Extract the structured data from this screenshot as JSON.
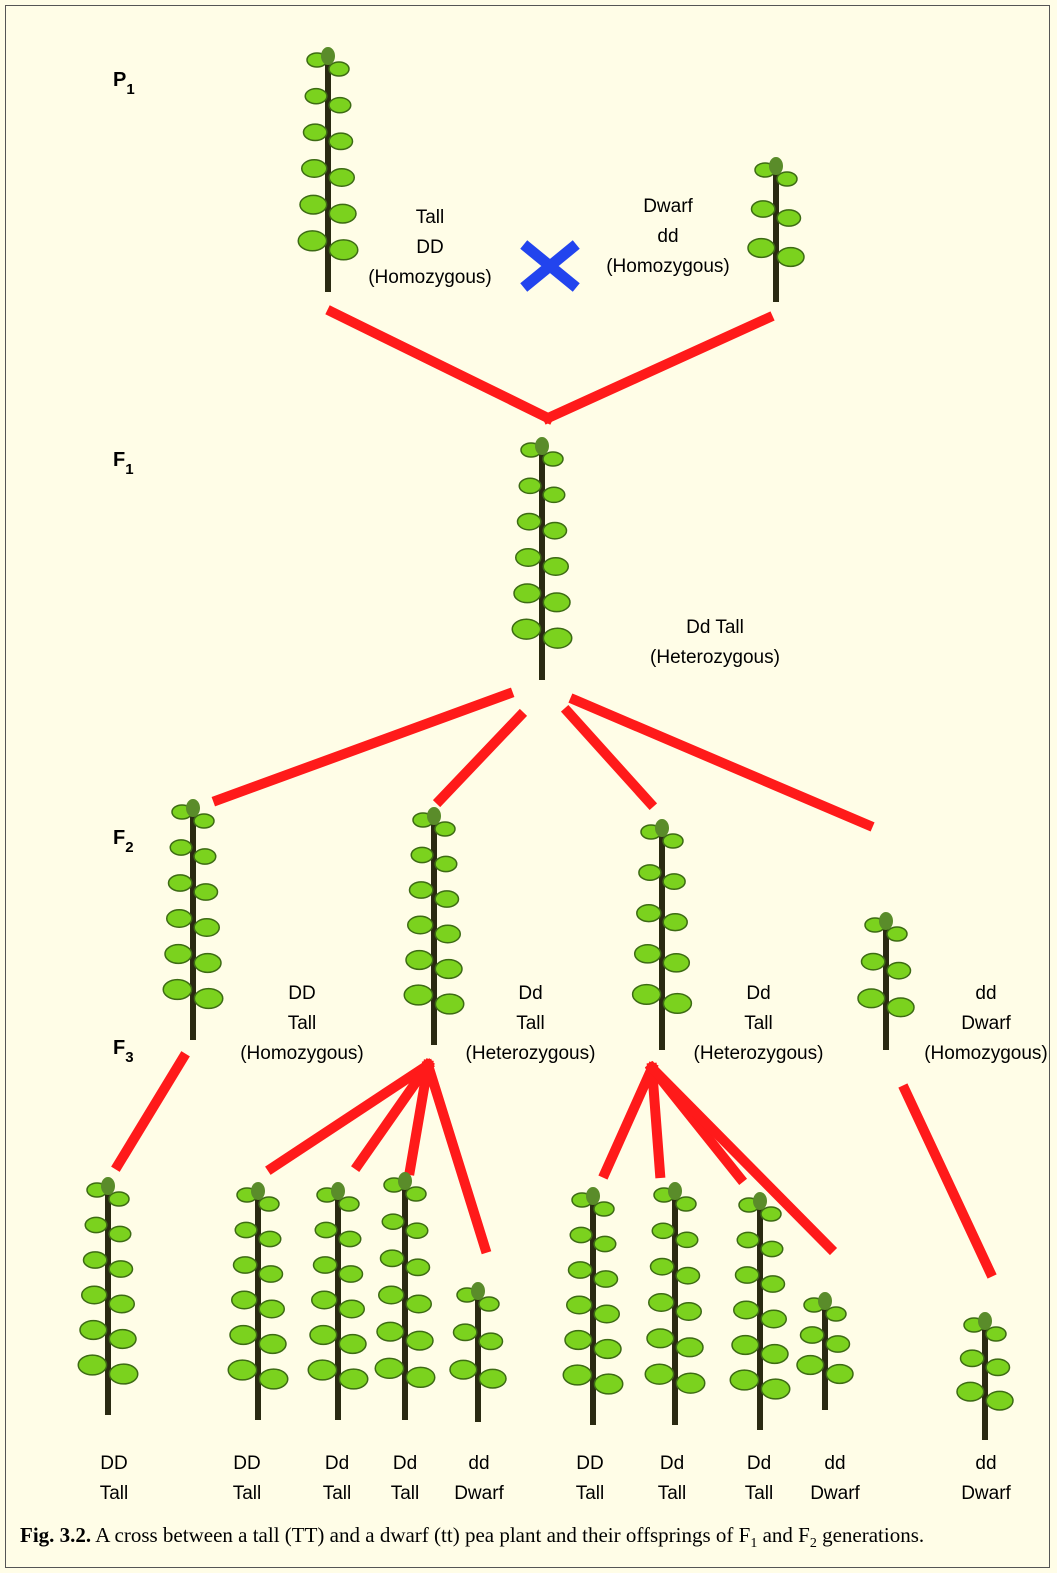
{
  "generations": {
    "p1": {
      "letter": "P",
      "num": "1"
    },
    "f1": {
      "letter": "F",
      "num": "1"
    },
    "f2": {
      "letter": "F",
      "num": "2"
    },
    "f3": {
      "letter": "F",
      "num": "3"
    }
  },
  "parents": {
    "tall": {
      "l1": "Tall",
      "l2": "DD",
      "l3": "(Homozygous)"
    },
    "dwarf": {
      "l1": "Dwarf",
      "l2": "dd",
      "l3": "(Homozygous)"
    }
  },
  "f1_label": {
    "l1": "Dd Tall",
    "l2": "(Heterozygous)"
  },
  "f2_labels": [
    {
      "l1": "DD",
      "l2": "Tall",
      "l3": "(Homozygous)"
    },
    {
      "l1": "Dd",
      "l2": "Tall",
      "l3": "(Heterozygous)"
    },
    {
      "l1": "Dd",
      "l2": "Tall",
      "l3": "(Heterozygous)"
    },
    {
      "l1": "dd",
      "l2": "Dwarf",
      "l3": "(Homozygous)"
    }
  ],
  "f3_labels": [
    {
      "g": "DD",
      "p": "Tall"
    },
    {
      "g": "DD",
      "p": "Tall"
    },
    {
      "g": "Dd",
      "p": "Tall"
    },
    {
      "g": "Dd",
      "p": "Tall"
    },
    {
      "g": "dd",
      "p": "Dwarf"
    },
    {
      "g": "DD",
      "p": "Tall"
    },
    {
      "g": "Dd",
      "p": "Tall"
    },
    {
      "g": "Dd",
      "p": "Tall"
    },
    {
      "g": "dd",
      "p": "Dwarf"
    },
    {
      "g": "dd",
      "p": "Dwarf"
    }
  ],
  "caption": {
    "fig": "Fig. 3.2.",
    "text_a": " A cross between a tall (TT) and a dwarf (tt) pea plant and their offsprings of F",
    "sub_a": "1",
    "text_b": " and F",
    "sub_b": "2",
    "text_c": " generations."
  },
  "colors": {
    "background": "#fffde7",
    "line": "#ff1a1a",
    "cross": "#2244ee",
    "stem": "#2a2a12",
    "leaf": "#7bd21e"
  }
}
